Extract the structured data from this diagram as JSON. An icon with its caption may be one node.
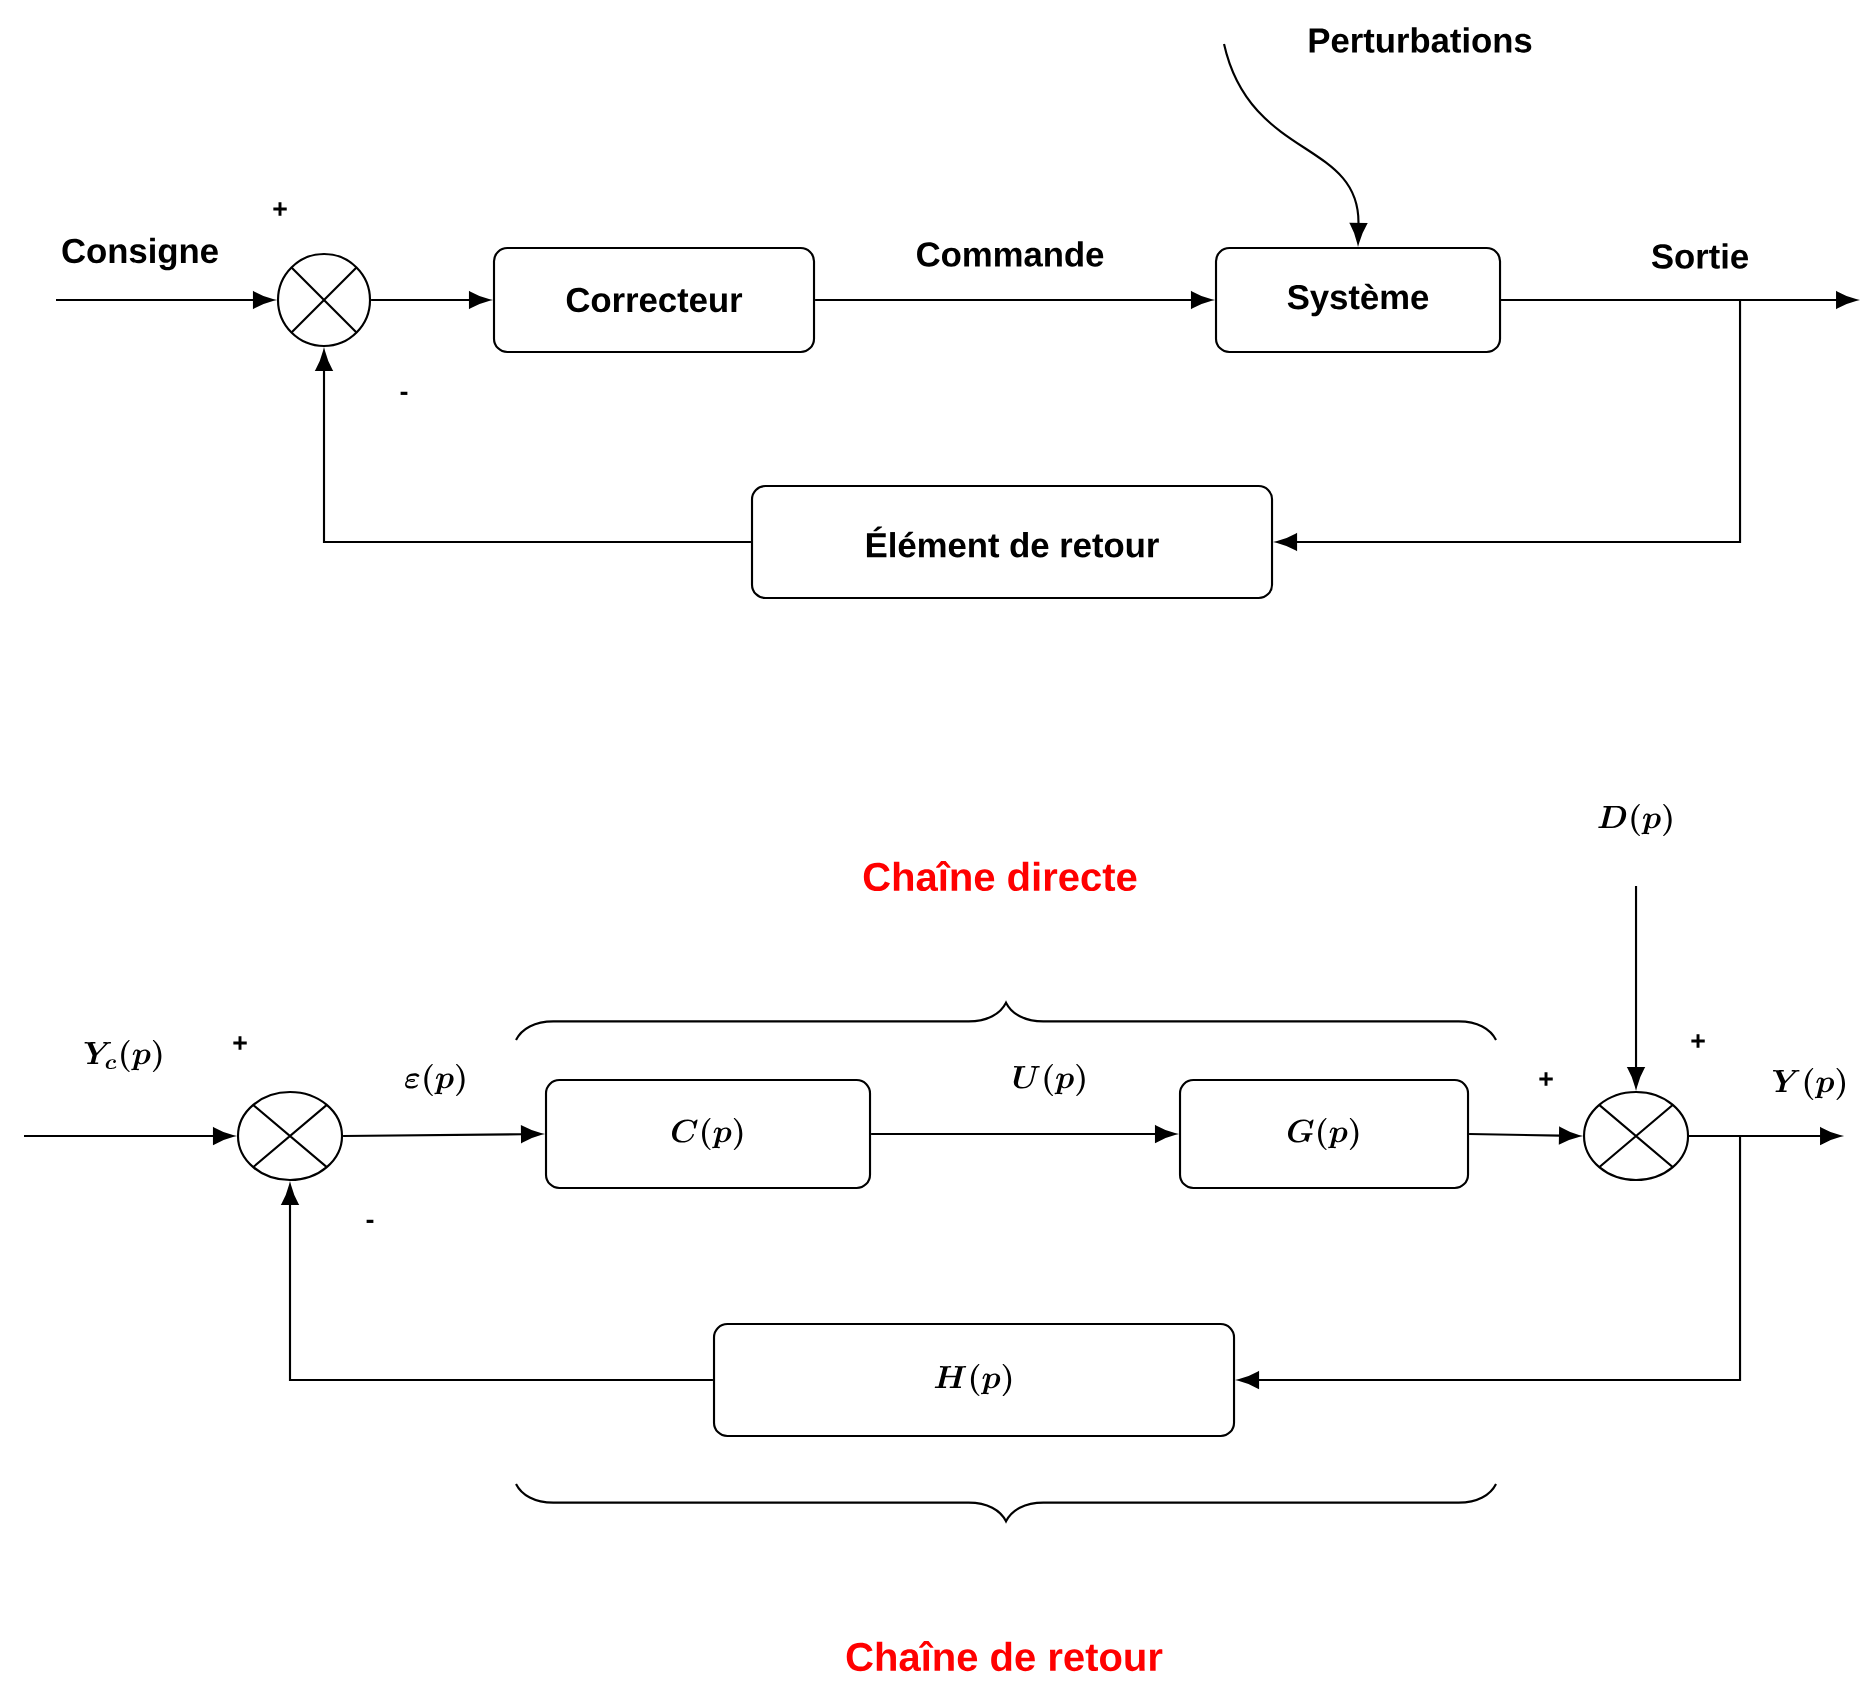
{
  "diagram": {
    "nodes": [
      {
        "text": [],
        "shape": "circle"
      },
      {
        "text": [
          "Correcteur"
        ]
      },
      {
        "text": [
          "Système"
        ]
      },
      {
        "text": [
          "Élément de retour"
        ]
      },
      {
        "text": [],
        "shape": "circle"
      },
      {
        "text": [
          "C(p)"
        ]
      },
      {
        "text": [
          "G(p)"
        ]
      },
      {
        "text": [],
        "shape": "circle"
      },
      {
        "text": [
          "H(p)"
        ]
      }
    ],
    "edges": [
      {
        "from": null,
        "to": 0,
        "arrow": "to",
        "label": "Consigne"
      },
      {
        "from": 0,
        "to": 1,
        "arrow": "to"
      },
      {
        "from": 1,
        "to": 2,
        "arrow": "to",
        "label": "Commande"
      },
      {
        "from": 2,
        "to": null,
        "arrow": "to",
        "label": "Sortie"
      },
      {
        "from": null,
        "to": 2,
        "arrow": "to",
        "label": "Perturbations"
      },
      {
        "from": 2,
        "to": 3,
        "arrow": "to"
      },
      {
        "from": 3,
        "to": 0,
        "arrow": "to"
      },
      {
        "from": null,
        "to": 4,
        "arrow": "to",
        "label": "Y_c(p)"
      },
      {
        "from": 4,
        "to": 5,
        "arrow": "to",
        "label": "\\varepsilon(p)"
      },
      {
        "from": 5,
        "to": 6,
        "arrow": "to",
        "label": "U(p)"
      },
      {
        "from": 6,
        "to": 7,
        "arrow": "to"
      },
      {
        "from": 7,
        "to": null,
        "arrow": "to",
        "label": "Y(p)"
      },
      {
        "from": null,
        "to": 7,
        "arrow": "to",
        "label": "D(p)"
      },
      {
        "from": 7,
        "to": 8,
        "arrow": "to"
      },
      {
        "from": 8,
        "to": 4,
        "arrow": "to"
      }
    ],
    "labels": [
      "+",
      "-",
      "Chaîne directe",
      "+",
      "+",
      "+",
      "-",
      "Chaîne de retour"
    ]
  }
}
